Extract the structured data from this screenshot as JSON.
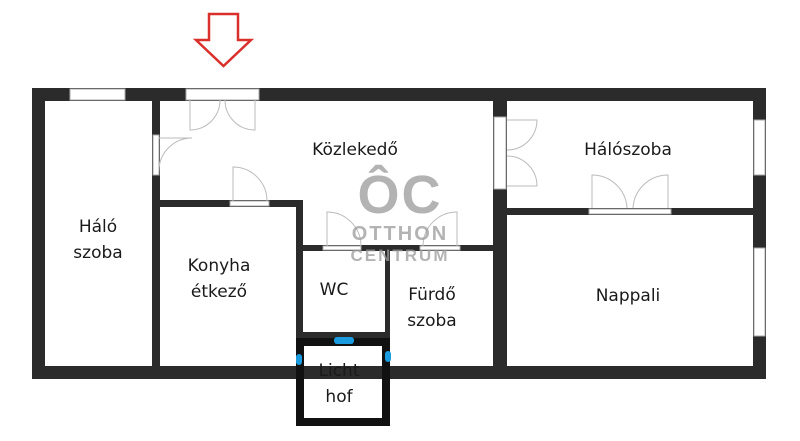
{
  "rooms": {
    "halo_szoba": [
      "Háló",
      "szoba"
    ],
    "kozlekedo": "Közlekedő",
    "haloszoba": "Hálószoba",
    "konyha": [
      "Konyha",
      "étkező"
    ],
    "wc": "WC",
    "furdo": [
      "Fürdő",
      "szoba"
    ],
    "nappali": "Nappali",
    "lichthof": [
      "Licht",
      "hof"
    ]
  },
  "watermark": {
    "logo": "ÔC",
    "line1": "OTTHON",
    "line2": "CENTRUM"
  },
  "colors": {
    "wall": "#2b2b2b",
    "arrow": "#d9302c",
    "marker": "#1a9be0"
  }
}
